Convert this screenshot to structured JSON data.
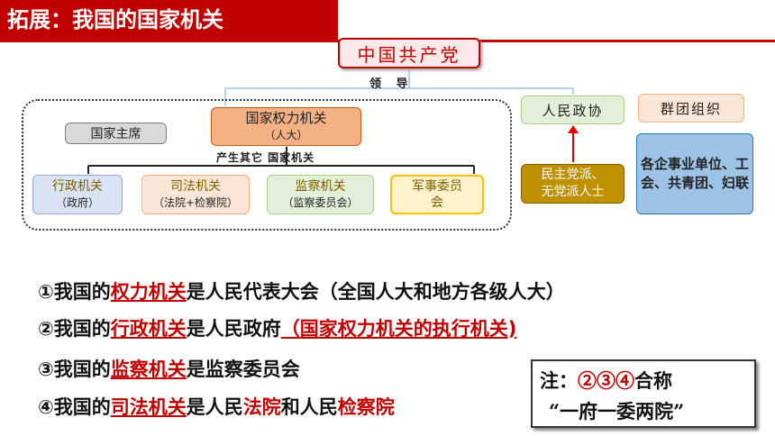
{
  "title": "拓展：我国的国家机关",
  "diagram": {
    "party": "中国共产党",
    "lead_label": "领 导",
    "power_organ": "国家权力机关",
    "power_organ_sub": "（人大）",
    "chairman": "国家主席",
    "produce_label": "产生其它 国家机关",
    "organs": [
      {
        "name": "行政机关",
        "sub": "（政府）"
      },
      {
        "name": "司法机关",
        "sub": "（法院+检察院）"
      },
      {
        "name": "监察机关",
        "sub": "（监察委员会）"
      },
      {
        "name": "军事委员",
        "sub": "会"
      }
    ],
    "cppcc": "人民政协",
    "mass_orgs": "群团组织",
    "parties_line1": "民主党派、",
    "parties_line2": "无党派人士",
    "enterprises": "各企事业单位、工会、共青团、妇联"
  },
  "statements": [
    {
      "prefix": "①我国的",
      "key": "权力机关",
      "rest": "是人民代表大会（全国人大和地方各级人大）"
    },
    {
      "prefix": "②我国的",
      "key": "行政机关",
      "rest": "是人民政府",
      "extra": "（国家权力机关的执行机关)"
    },
    {
      "prefix": "③我国的",
      "key": "监察机关",
      "rest": "是监察委员会"
    },
    {
      "prefix": "④我国的",
      "key": "司法机关",
      "rest": "是人民",
      "k2": "法院",
      "mid": "和人民",
      "k3": "检察院"
    }
  ],
  "note": {
    "label": "注：",
    "nums": "②③④",
    "suffix": "合称",
    "phrase": "“一府一委两院”"
  },
  "colors": {
    "accent": "#c00000"
  }
}
